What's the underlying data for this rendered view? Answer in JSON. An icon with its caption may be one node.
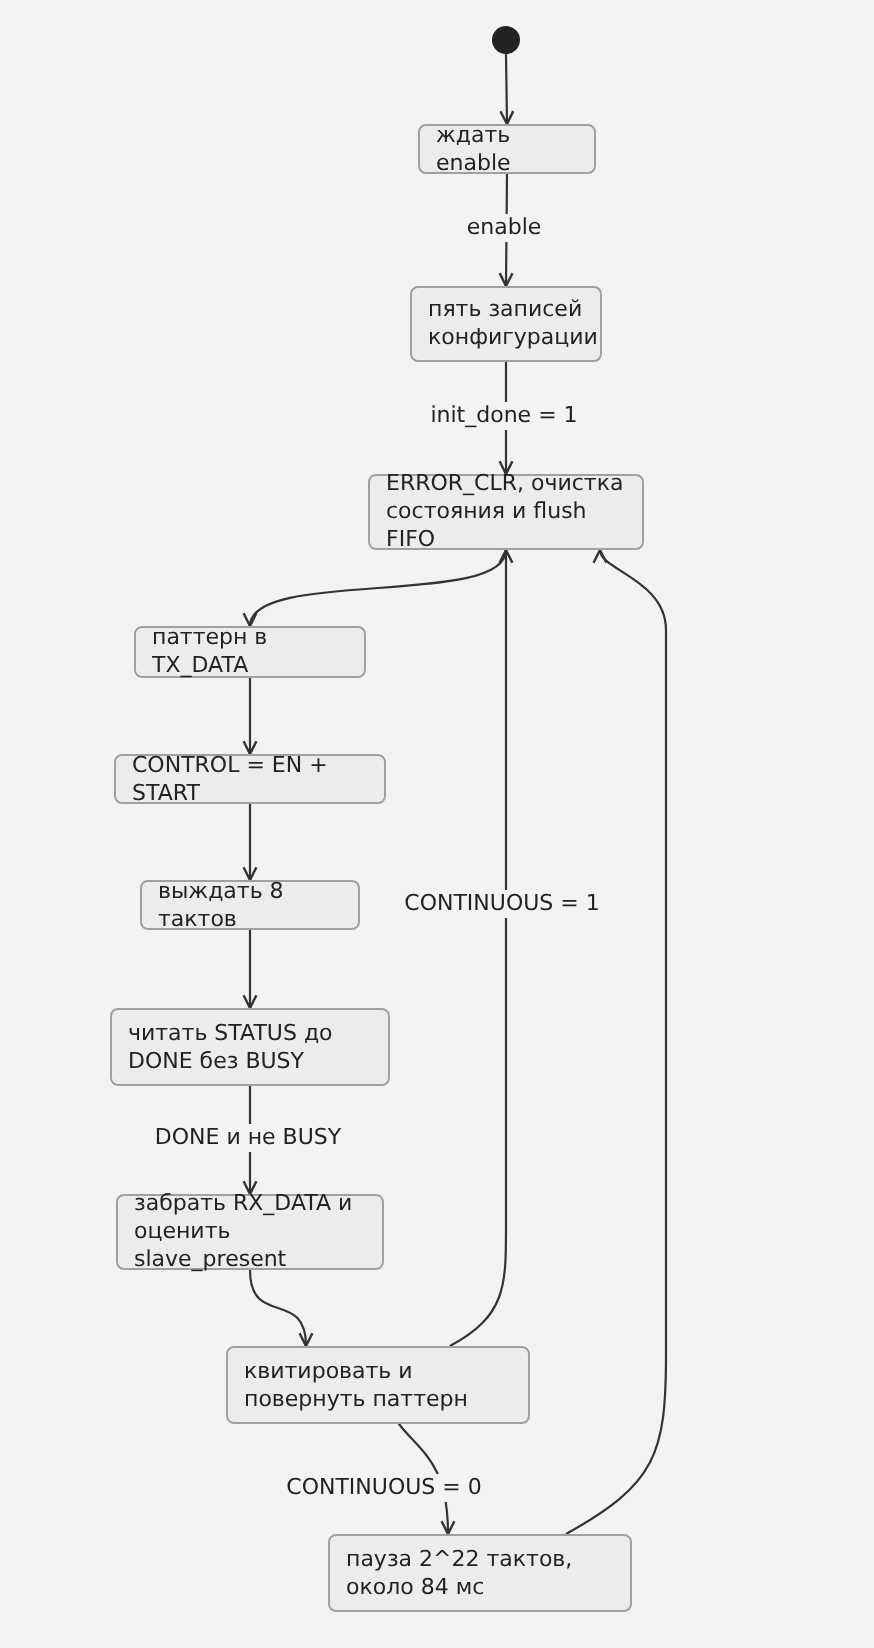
{
  "diagram": {
    "nodes": [
      {
        "text": [],
        "shape": "circle"
      },
      {
        "text": [
          "ждать enable"
        ]
      },
      {
        "text": [
          "пять записей конфигурации"
        ]
      },
      {
        "text": [
          "ERROR_CLR, очистка состояния и flush FIFO"
        ]
      },
      {
        "text": [
          "паттерн в TX_DATA"
        ]
      },
      {
        "text": [
          "CONTROL = EN + START"
        ]
      },
      {
        "text": [
          "выждать 8 тактов"
        ]
      },
      {
        "text": [
          "читать STATUS до DONE без BUSY"
        ]
      },
      {
        "text": [
          "забрать RX_DATA и оценить slave_present"
        ]
      },
      {
        "text": [
          "квитировать и повернуть паттерн"
        ]
      },
      {
        "text": [
          "пауза 2^22 тактов, около 84 мс"
        ]
      }
    ],
    "edges": [
      {
        "from": 0,
        "to": 1,
        "arrow": "to"
      },
      {
        "from": 1,
        "to": 2,
        "arrow": "to",
        "label": "enable"
      },
      {
        "from": 2,
        "to": 3,
        "arrow": "to",
        "label": "init_done = 1"
      },
      {
        "from": 3,
        "to": 4,
        "arrow": "to"
      },
      {
        "from": 4,
        "to": 5,
        "arrow": "to"
      },
      {
        "from": 5,
        "to": 6,
        "arrow": "to"
      },
      {
        "from": 6,
        "to": 7,
        "arrow": "to"
      },
      {
        "from": 7,
        "to": 8,
        "arrow": "to",
        "label": "DONE и не BUSY"
      },
      {
        "from": 8,
        "to": 9,
        "arrow": "to"
      },
      {
        "from": 9,
        "to": 3,
        "arrow": "to",
        "label": "CONTINUOUS = 1"
      },
      {
        "from": 9,
        "to": 10,
        "arrow": "to",
        "label": "CONTINUOUS = 0"
      },
      {
        "from": 10,
        "to": 3,
        "arrow": "to"
      }
    ]
  }
}
